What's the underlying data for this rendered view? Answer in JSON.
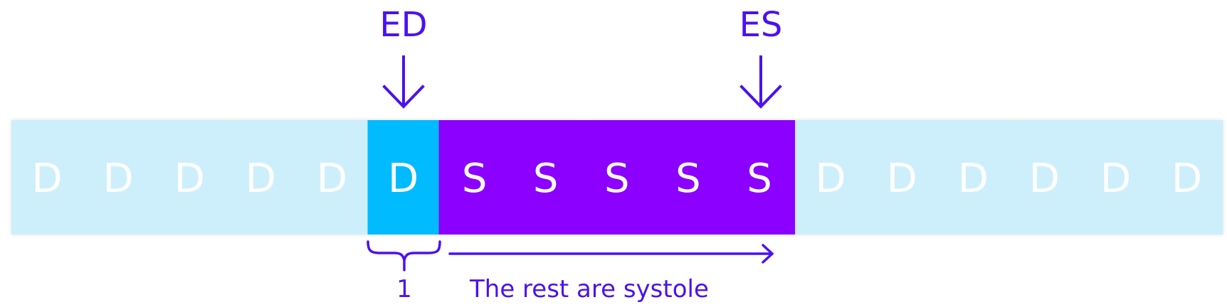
{
  "frames": [
    "D",
    "D",
    "D",
    "D",
    "D",
    "D",
    "S",
    "S",
    "S",
    "S",
    "S",
    "D",
    "D",
    "D",
    "D",
    "D",
    "D"
  ],
  "ed_index": 5,
  "es_index": 10,
  "markers": {
    "ed_label": "ED",
    "es_label": "ES"
  },
  "annotations": {
    "brace_label": "1",
    "rest_label": "The rest are systole"
  },
  "colors": {
    "diastole_light": "#CDEFFB",
    "diastole_highlight": "#00BBFF",
    "systole": "#8B00FF",
    "accent": "#4A12F0",
    "cell_text": "#FFFFFF"
  }
}
